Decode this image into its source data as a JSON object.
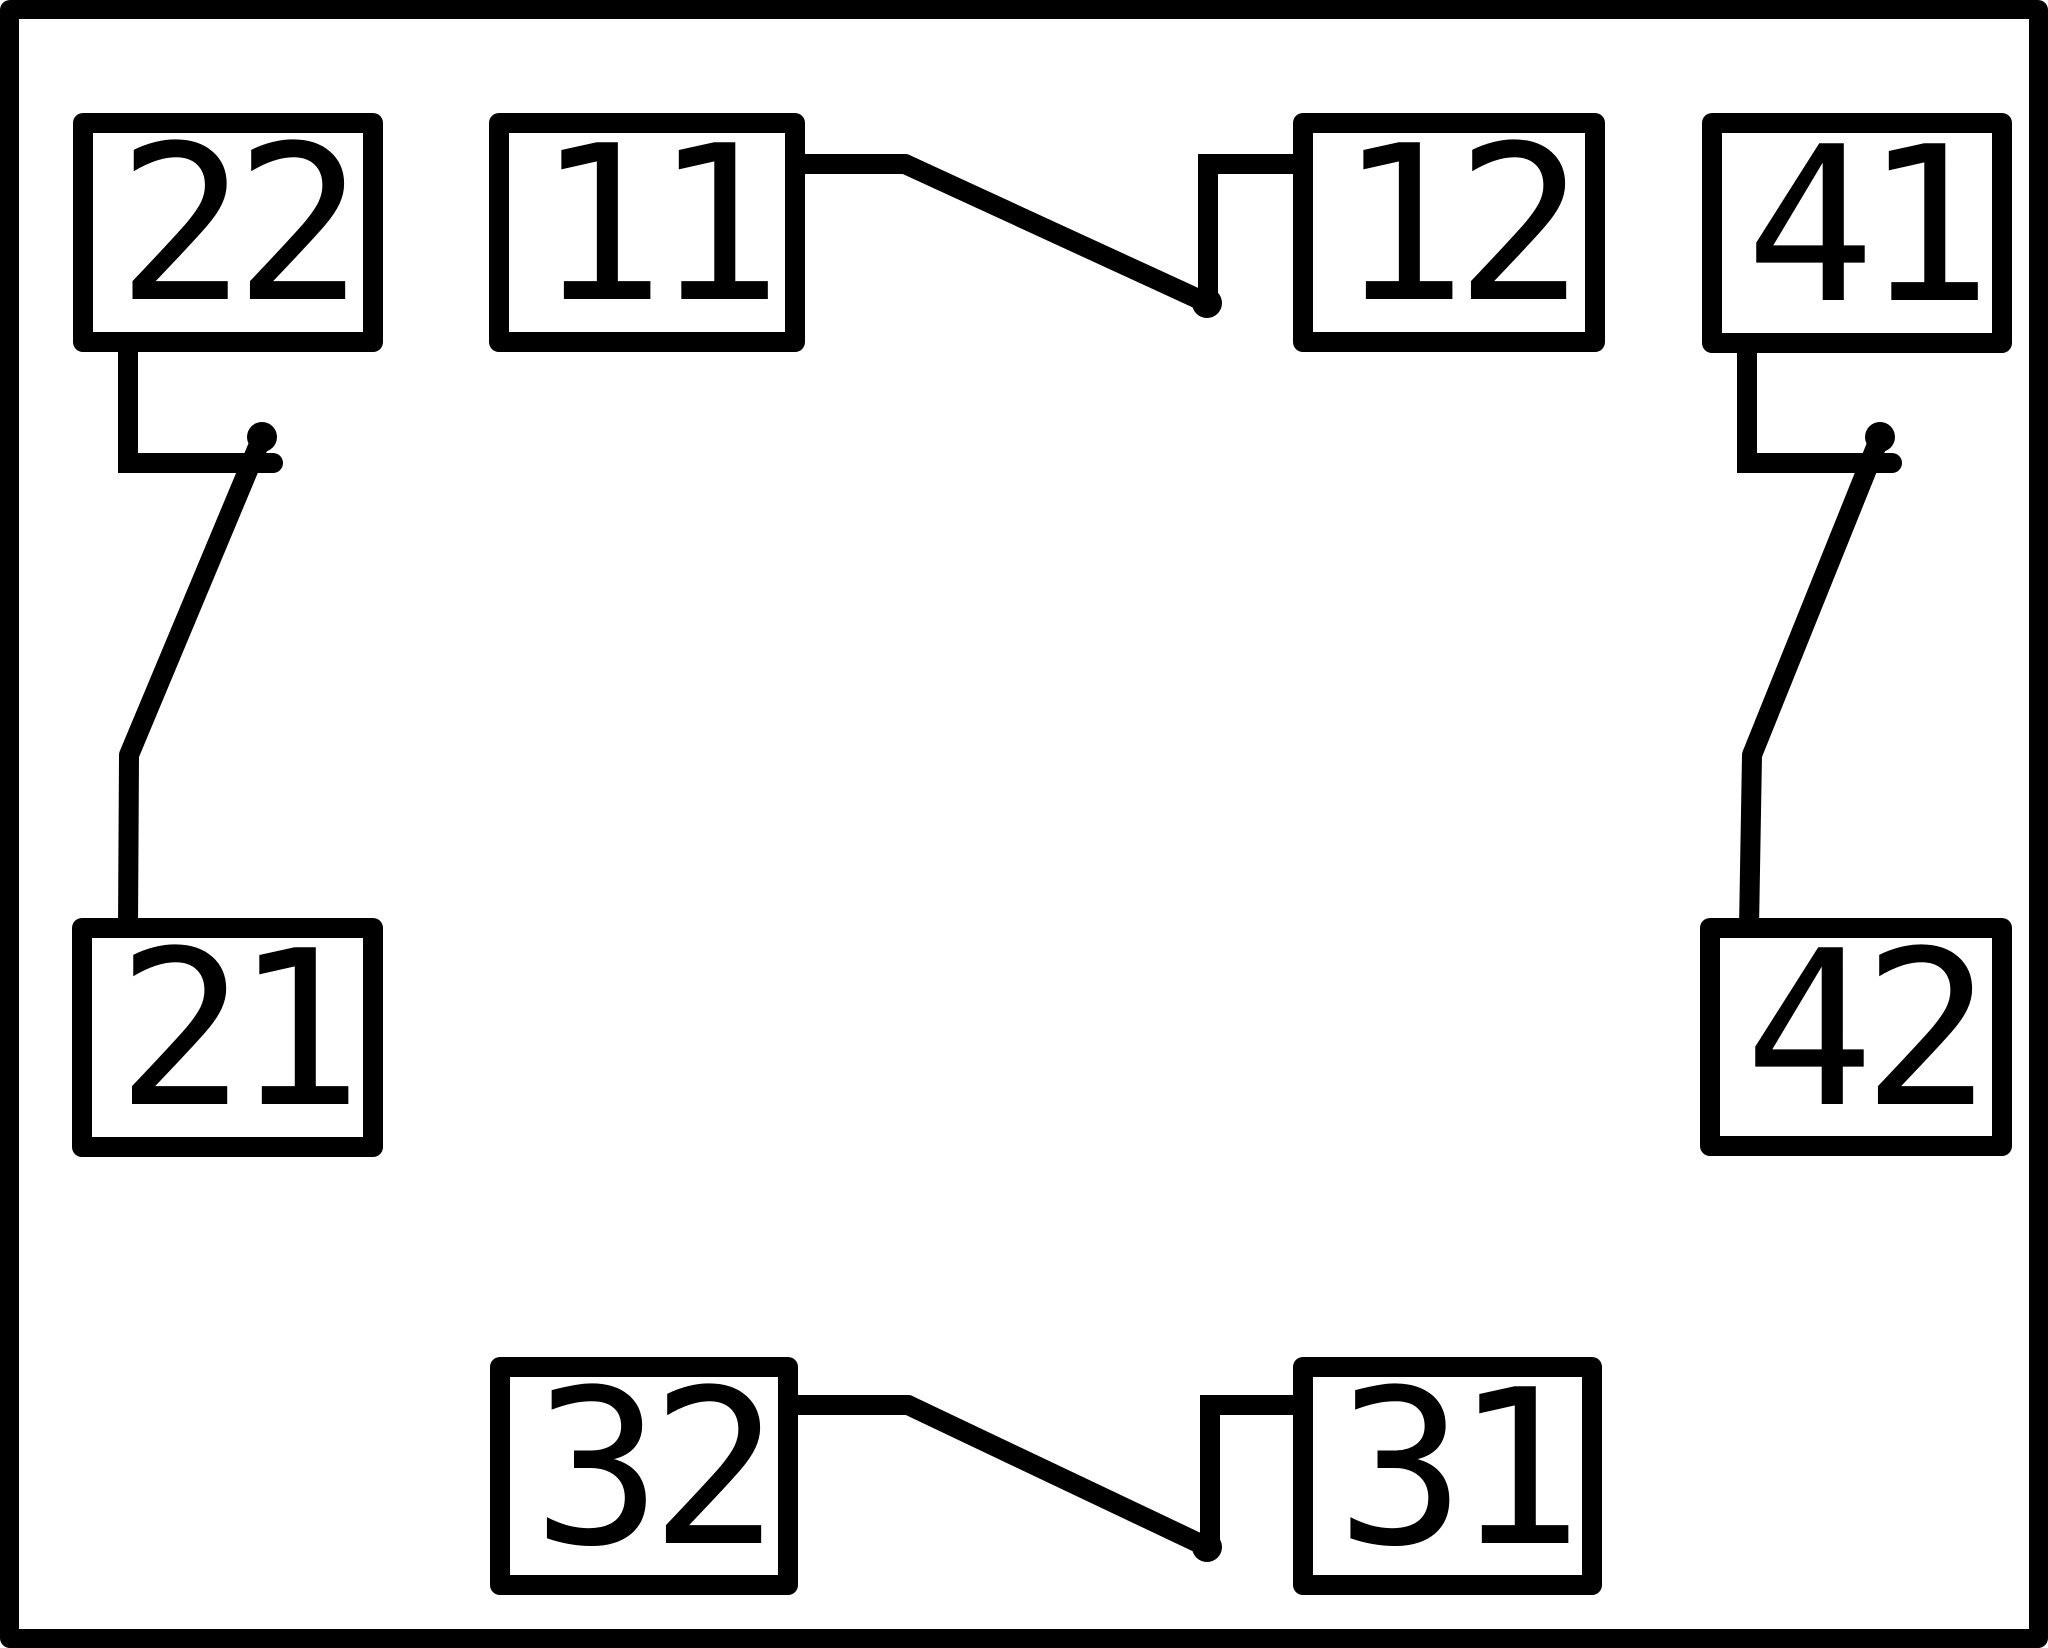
{
  "colors": {
    "line": "#000000",
    "background": "#ffffff"
  },
  "terminals": [
    {
      "id": "22",
      "label": "22"
    },
    {
      "id": "11",
      "label": "11"
    },
    {
      "id": "12",
      "label": "12"
    },
    {
      "id": "41",
      "label": "41"
    },
    {
      "id": "21",
      "label": "21"
    },
    {
      "id": "42",
      "label": "42"
    },
    {
      "id": "32",
      "label": "32"
    },
    {
      "id": "31",
      "label": "31"
    }
  ],
  "switches": [
    {
      "from": "11",
      "to": "12",
      "state": "open"
    },
    {
      "from": "22",
      "to": "21",
      "state": "open"
    },
    {
      "from": "41",
      "to": "42",
      "state": "open"
    },
    {
      "from": "32",
      "to": "31",
      "state": "open"
    }
  ]
}
